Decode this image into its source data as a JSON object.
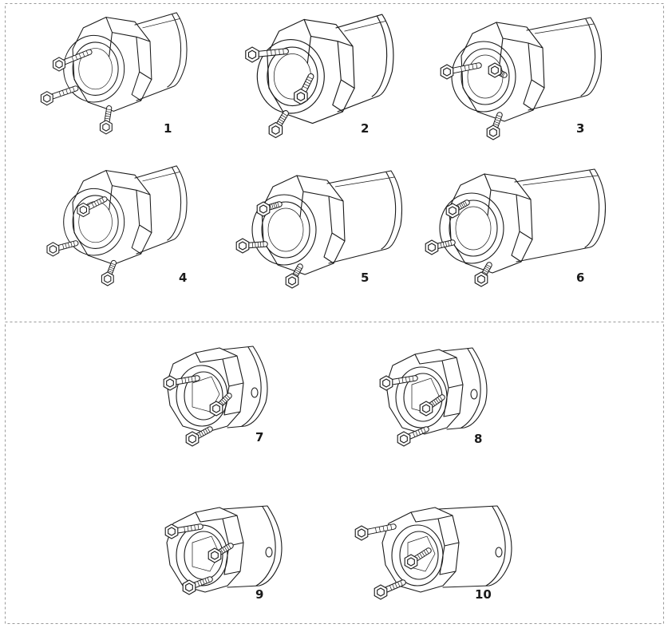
{
  "figure": {
    "colors": {
      "line": "#1a1a1a",
      "border": "#9a9a9a",
      "background": "#ffffff"
    },
    "items": [
      {
        "label": "1",
        "variant": "flange-short"
      },
      {
        "label": "2",
        "variant": "flange-wide"
      },
      {
        "label": "3",
        "variant": "flange-long"
      },
      {
        "label": "4",
        "variant": "flange-short"
      },
      {
        "label": "5",
        "variant": "flange-medium"
      },
      {
        "label": "6",
        "variant": "flange-long"
      },
      {
        "label": "7",
        "variant": "hub-short"
      },
      {
        "label": "8",
        "variant": "hub-short"
      },
      {
        "label": "9",
        "variant": "hub-medium"
      },
      {
        "label": "10",
        "variant": "hub-long"
      }
    ]
  }
}
